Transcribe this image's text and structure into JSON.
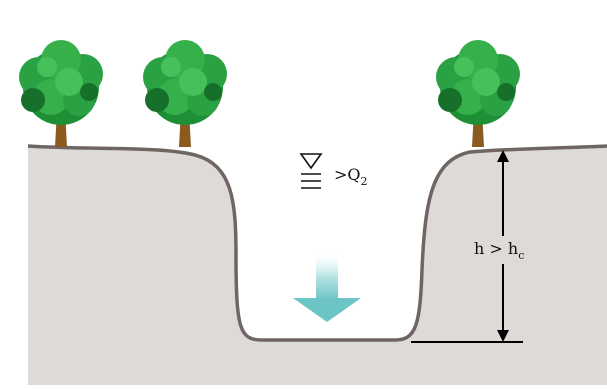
{
  "diagram": {
    "water_level_label": ">Q",
    "water_level_subscript": "2",
    "height_label": "h > h",
    "height_subscript": "c",
    "colors": {
      "ground_fill": "#dedad8",
      "ground_outline": "#6f6664",
      "trunk": "#8a5a1e",
      "foliage_dark": "#1f8f35",
      "foliage_light": "#35b04b",
      "foliage_shadow": "#17702a",
      "arrow_fill": "#7fcfcf",
      "dimension_line": "#000000"
    },
    "icons": [
      "water-surface-symbol-icon",
      "downward-flow-arrow-icon",
      "tree-icon"
    ]
  }
}
